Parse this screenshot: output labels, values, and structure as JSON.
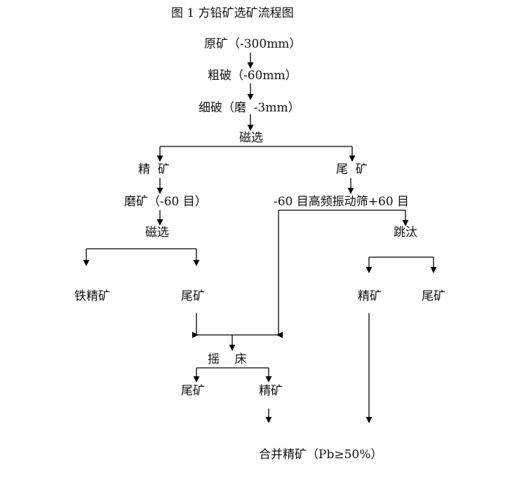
{
  "title": "图 1 方铅矿选矿流程图",
  "nodes": {
    "raw_ore": "原矿（-300mm）",
    "coarse_crush": "粗破（-60mm）",
    "fine_crush": "细破（磨  -3mm）",
    "magnetic_sep_1": "磁选",
    "concentrate_1": "精  矿",
    "tailings_1": "尾  矿",
    "grinding": "磨矿（-60 目）",
    "hf_screen": "-60 目高频振动筛+60 目",
    "magnetic_sep_2": "磁选",
    "jigging": "跳汰",
    "iron_concentrate": "铁精矿",
    "tailings_2": "尾矿",
    "jig_concentrate": "精矿",
    "jig_tailings": "尾矿",
    "shaking_table": "摇    床",
    "table_tailings": "尾矿",
    "table_concentrate": "精矿",
    "combined_concentrate": "合并精矿（Pb≥50%）"
  },
  "colors": {
    "line": "#000000",
    "text": "#111111"
  }
}
